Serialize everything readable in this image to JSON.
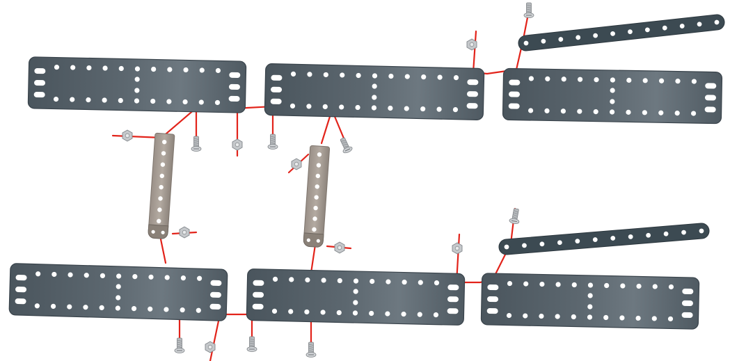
{
  "scene": {
    "kind": "exploded assembly instructions",
    "colors": {
      "background": "#ffffff",
      "plate_fill": "#4d5961",
      "plate_fill_light": "#6a767e",
      "plate_edge": "#38424a",
      "hole": "#ffffff",
      "strip_dark": "#3c4a52",
      "strip_light": "#a69c93",
      "strip_light_edge": "#7d746c",
      "screw": "#b9bcbf",
      "nut": "#c5c8cb",
      "guide_line": "#e2231a"
    }
  },
  "parts": {
    "flat_plates": [
      {
        "id": "plate-top-left"
      },
      {
        "id": "plate-top-middle"
      },
      {
        "id": "plate-top-right"
      },
      {
        "id": "plate-bottom-left"
      },
      {
        "id": "plate-bottom-middle"
      },
      {
        "id": "plate-bottom-right"
      }
    ],
    "dark_strips": [
      {
        "id": "dark-strip-top"
      },
      {
        "id": "dark-strip-bottom"
      }
    ],
    "light_strips": [
      {
        "id": "light-strip-left"
      },
      {
        "id": "light-strip-middle"
      }
    ],
    "screw_icon": "screw-icon",
    "nut_icon": "nut-icon"
  }
}
